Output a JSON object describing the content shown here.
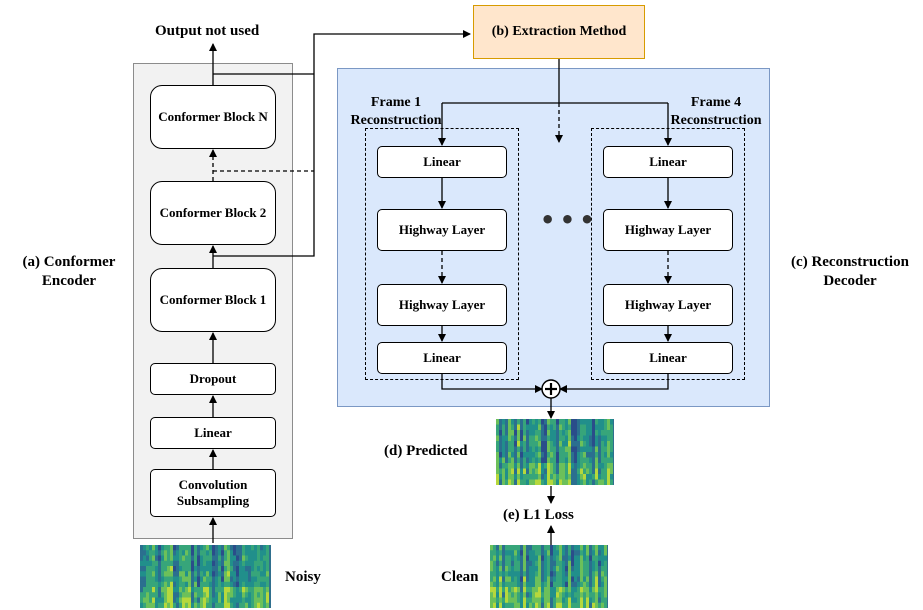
{
  "encoder": {
    "title_line1": "(a) Conformer",
    "title_line2": "Encoder",
    "output_label": "Output not used",
    "blocks": {
      "conv_line1": "Convolution",
      "conv_line2": "Subsampling",
      "linear": "Linear",
      "dropout": "Dropout",
      "block1": "Conformer Block 1",
      "block2": "Conformer Block 2",
      "blockN": "Conformer Block N"
    }
  },
  "extraction": {
    "label": "(b) Extraction Method"
  },
  "decoder": {
    "title_line1": "(c) Reconstruction",
    "title_line2": "Decoder",
    "frame1": {
      "title_line1": "Frame 1",
      "title_line2": "Reconstruction",
      "linear_top": "Linear",
      "highway_1": "Highway Layer",
      "highway_2": "Highway Layer",
      "linear_bottom": "Linear"
    },
    "frame4": {
      "title_line1": "Frame 4",
      "title_line2": "Reconstruction",
      "linear_top": "Linear",
      "highway_1": "Highway Layer",
      "highway_2": "Highway Layer",
      "linear_bottom": "Linear"
    },
    "ellipsis": "• • •"
  },
  "outputs": {
    "predicted_label": "(d) Predicted",
    "loss_label": "(e) L1 Loss",
    "clean_label": "Clean",
    "noisy_label": "Noisy"
  },
  "colors": {
    "encoder_bg": "#f2f2f2",
    "decoder_bg": "#dae8fc",
    "extraction_bg": "#ffe6cc",
    "extraction_border": "#d79b00",
    "spectrogram_base": "#2f6f8e"
  }
}
